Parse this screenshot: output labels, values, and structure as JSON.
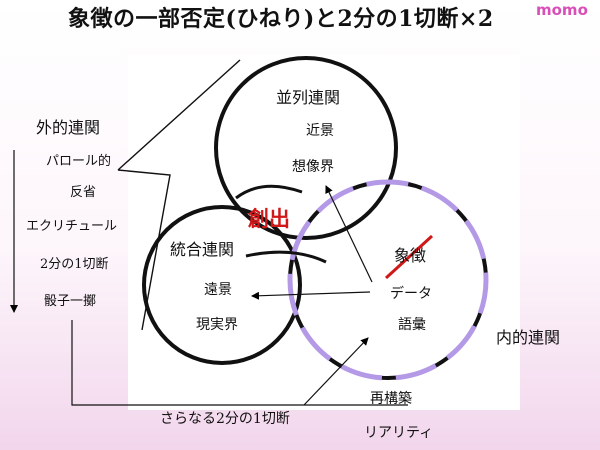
{
  "title": "象徴の一部否定(ひねり)と2分の1切断×2",
  "brand": "momo",
  "circles": {
    "top": {
      "name": "並列連関",
      "items": [
        "近景",
        "想像界"
      ]
    },
    "left": {
      "name": "統合連関",
      "items": [
        "遠景",
        "現実界"
      ]
    },
    "right": {
      "name": "内的連関",
      "items": [
        "象徴",
        "データ",
        "語彙"
      ]
    }
  },
  "center_label": "創出",
  "left_list": {
    "heading": "外的連関",
    "items": [
      "パロール的",
      "反省",
      "エクリチュール",
      "2分の1切断",
      "骰子一擲"
    ]
  },
  "bottom_label": "さらなる2分の1切断",
  "bottom_right": [
    "再構築",
    "リアリティ"
  ],
  "colors": {
    "accent": "#d01818",
    "dash": "#b49ae6",
    "brand": "#d94fb8",
    "line": "#000000"
  }
}
